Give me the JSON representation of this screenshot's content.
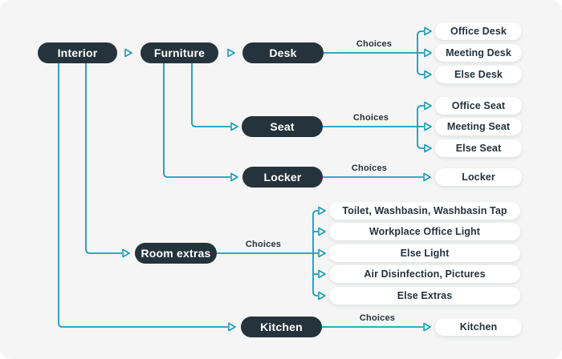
{
  "diagram": {
    "connector_label": "Choices",
    "root": {
      "label": "Interior"
    },
    "furniture": {
      "label": "Furniture",
      "desk": {
        "label": "Desk",
        "choices": [
          "Office Desk",
          "Meeting Desk",
          "Else Desk"
        ]
      },
      "seat": {
        "label": "Seat",
        "choices": [
          "Office Seat",
          "Meeting Seat",
          "Else Seat"
        ]
      },
      "locker": {
        "label": "Locker",
        "choices": [
          "Locker"
        ]
      }
    },
    "room_extras": {
      "label": "Room extras",
      "choices": [
        "Toilet, Washbasin, Washbasin Tap",
        "Workplace Office Light",
        "Else Light",
        "Air Disinfection, Pictures",
        "Else Extras"
      ]
    },
    "kitchen": {
      "label": "Kitchen",
      "choices": [
        "Kitchen"
      ]
    },
    "colors": {
      "node_dark": "#25333c",
      "node_light": "#ffffff",
      "connector": "#1b9cba",
      "canvas": "#f4f5f4"
    }
  }
}
